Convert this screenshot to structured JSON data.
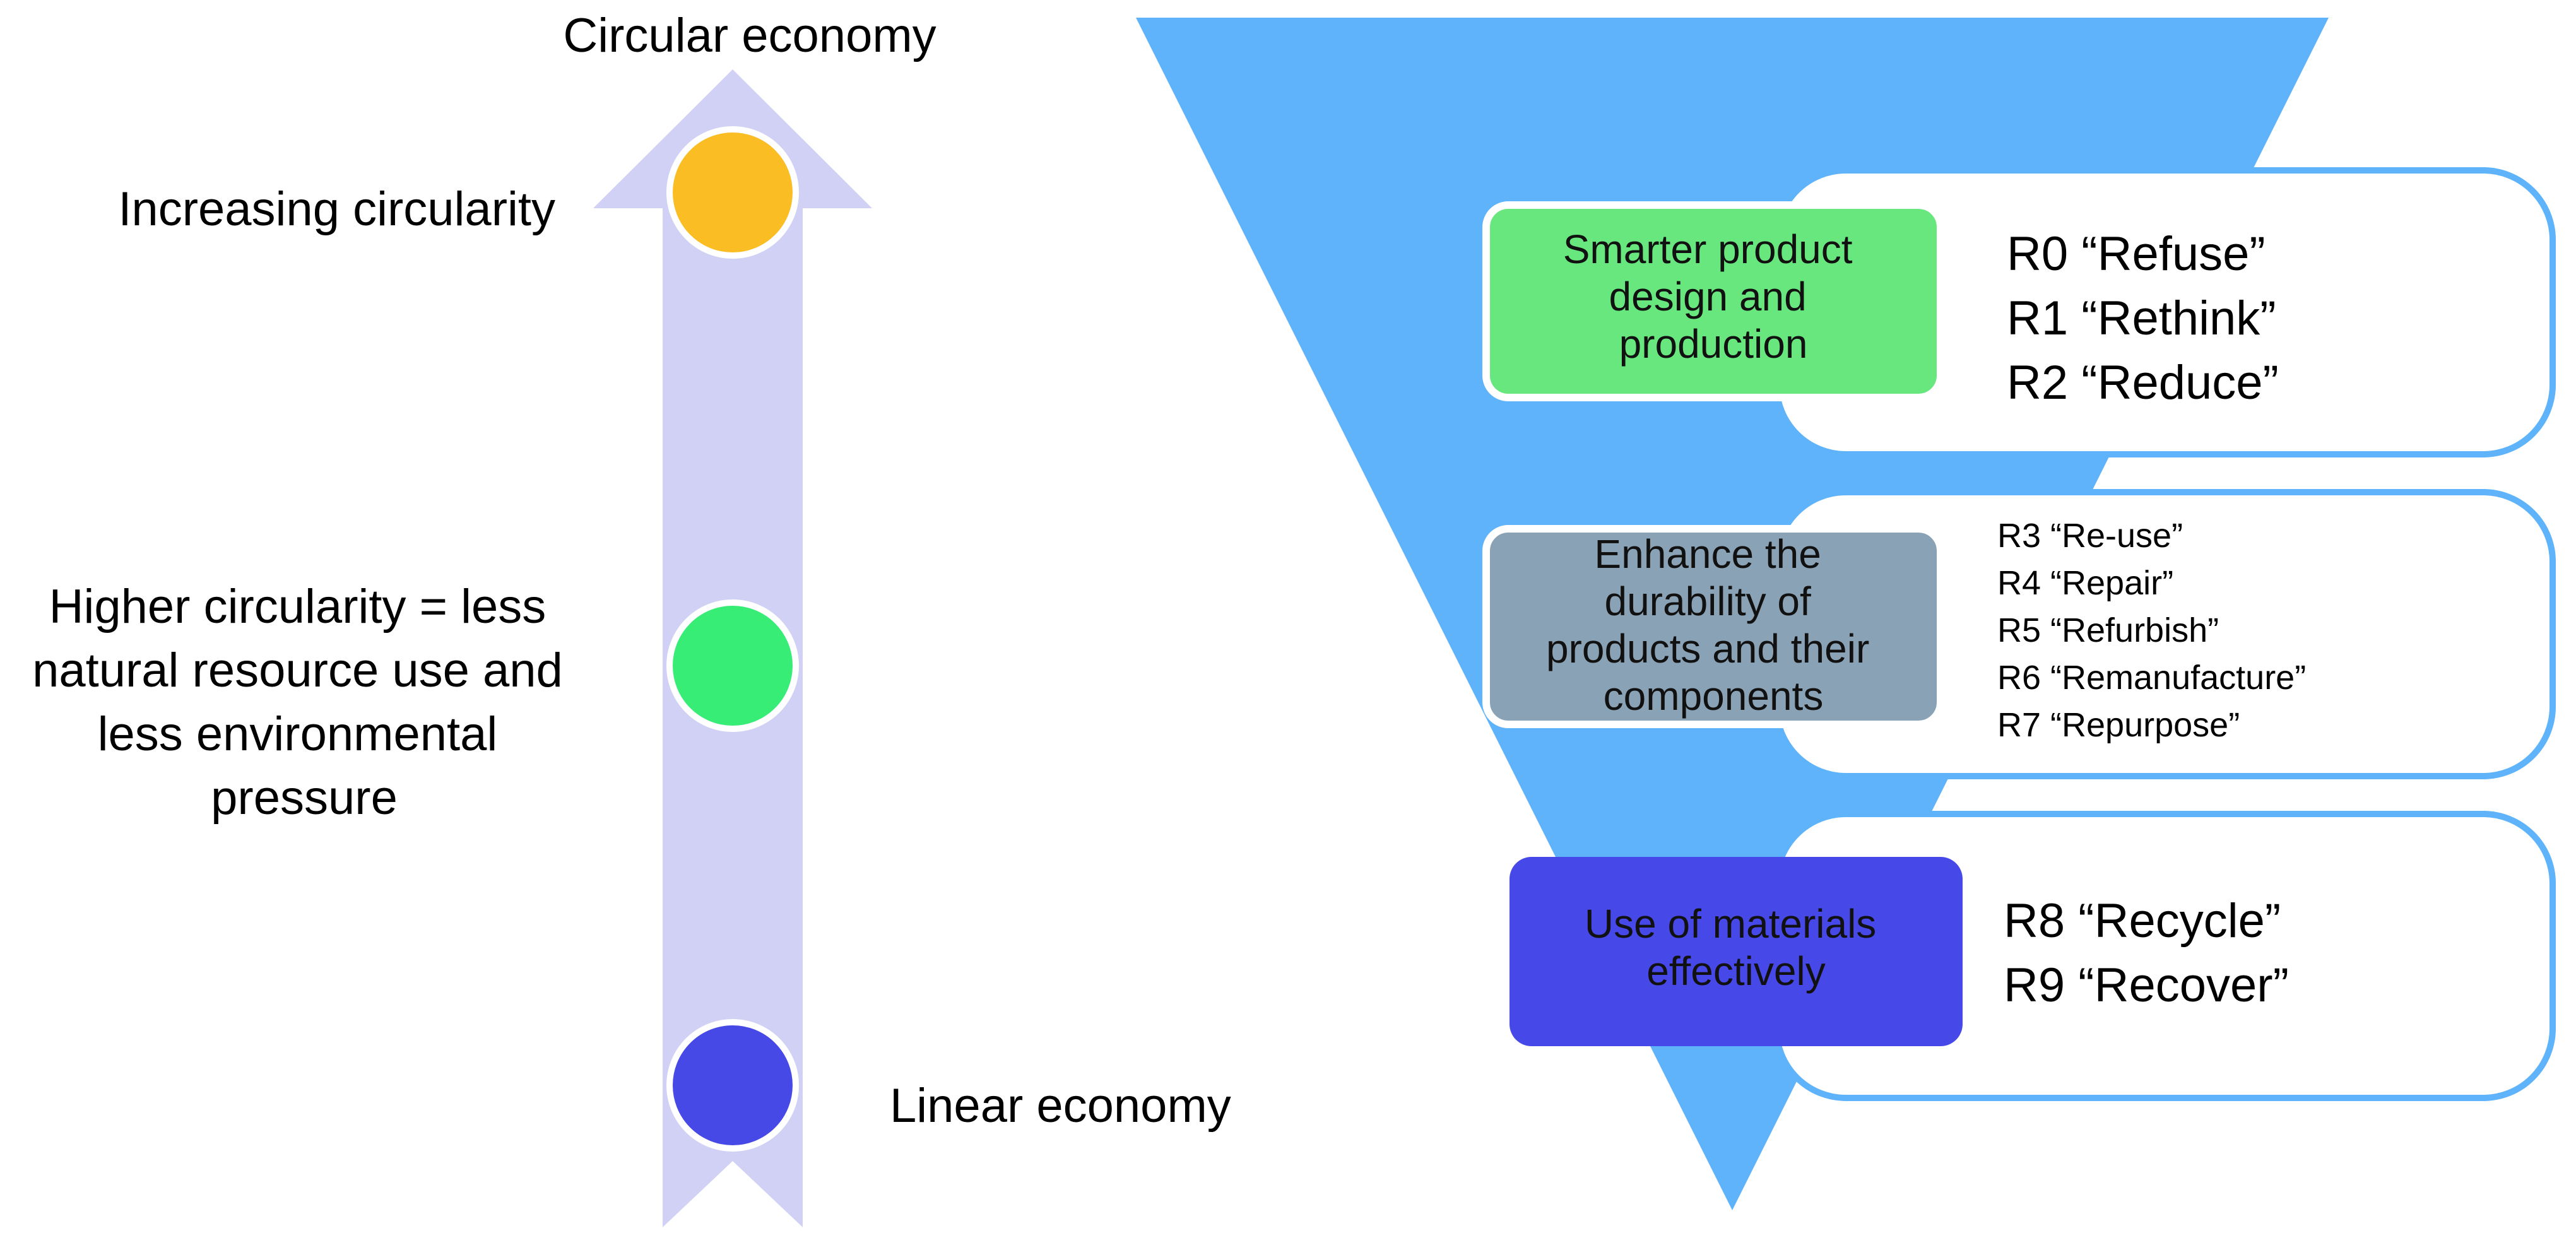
{
  "colors": {
    "arrow": "#d0d1f5",
    "node_top": "#fbbd24",
    "node_middle": "#38ed75",
    "node_bottom": "#4749e6",
    "funnel": "#5eb3fb",
    "box_outline": "#5eb3fb",
    "category_1": "#67e77d",
    "category_2": "#8aa2b5",
    "category_3": "#4748e8"
  },
  "left": {
    "top_label": "Circular economy",
    "increasing_label": "Increasing circularity",
    "middle_text": [
      "Higher circularity = less",
      "natural resource use and",
      "less environmental",
      "pressure"
    ],
    "bottom_label": "Linear economy"
  },
  "right": {
    "groups": [
      {
        "category": [
          "Smarter product",
          "design and",
          "production"
        ],
        "items": [
          "R0 “Refuse”",
          "R1 “Rethink”",
          "R2 “Reduce”"
        ]
      },
      {
        "category": [
          "Enhance the",
          "durability of",
          "products and their",
          "components"
        ],
        "items": [
          "R3 “Re-use”",
          "R4 “Repair”",
          "R5 “Refurbish”",
          "R6 “Remanufacture”",
          "R7 “Repurpose”"
        ]
      },
      {
        "category": [
          "Use of materials",
          "effectively"
        ],
        "items": [
          "R8 “Recycle”",
          "R9 “Recover”"
        ]
      }
    ]
  }
}
